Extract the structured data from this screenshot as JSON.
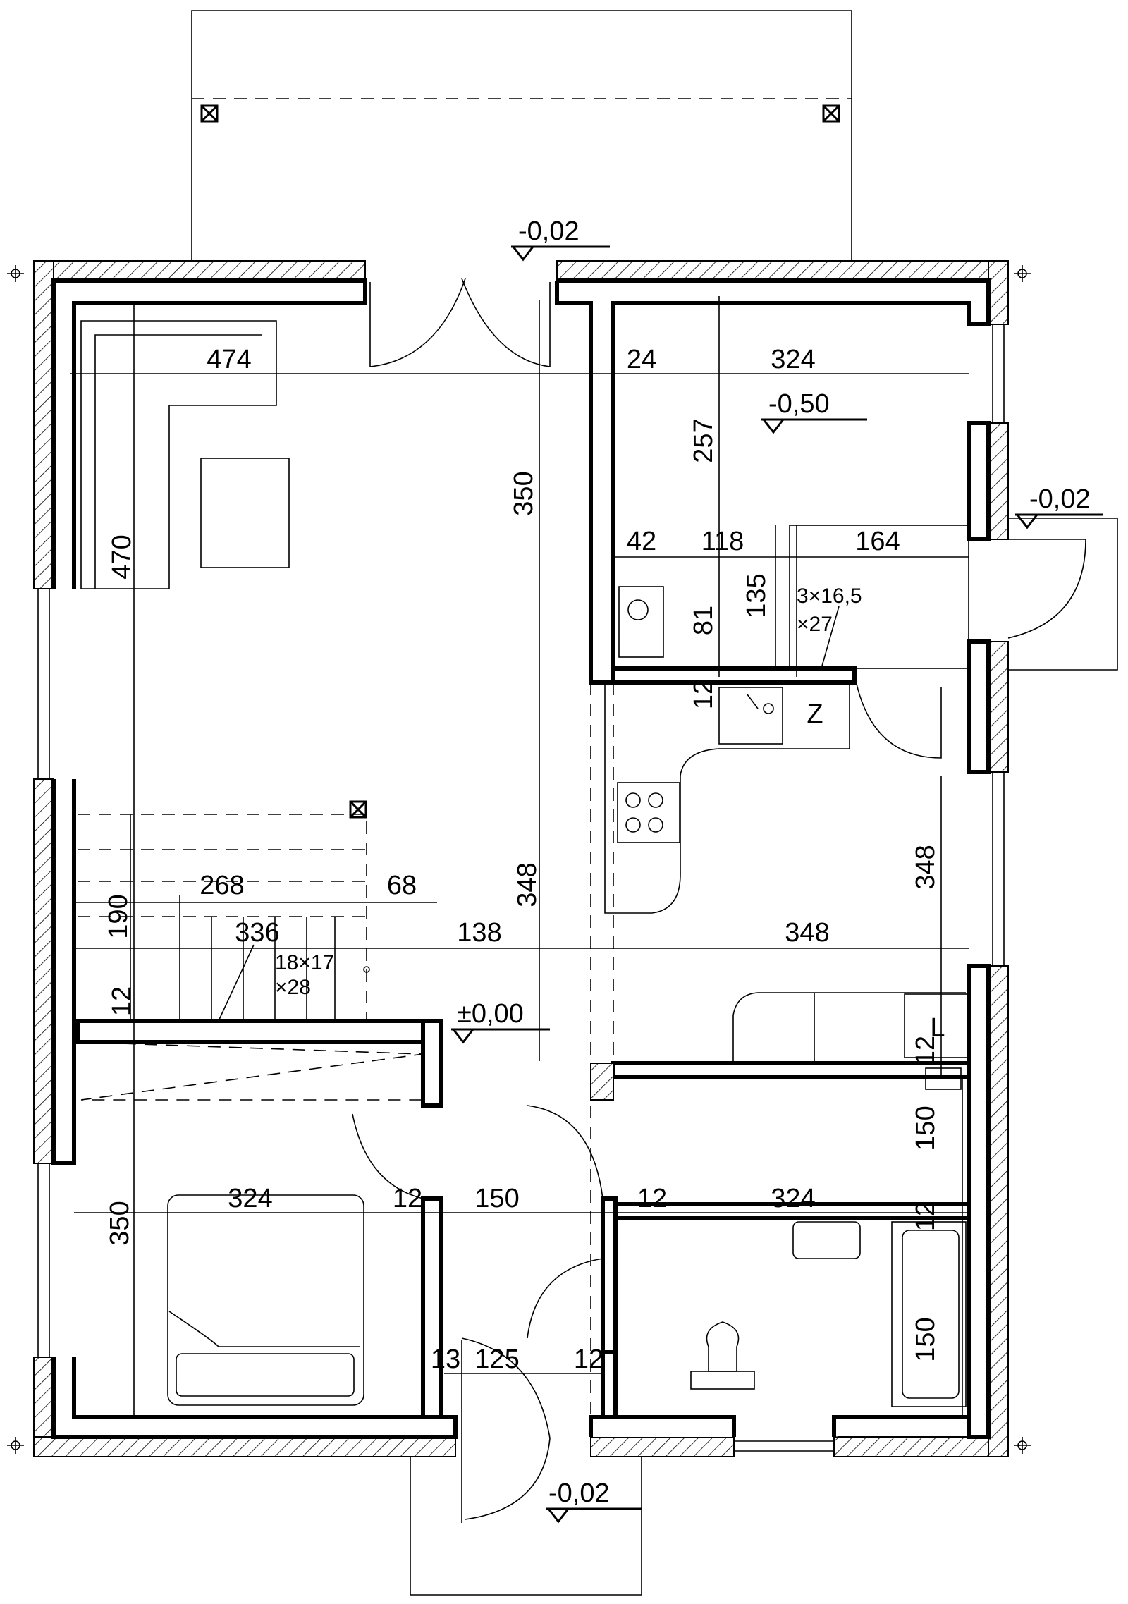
{
  "levels": {
    "top_entrance": "-0,02",
    "utility_room": "-0,50",
    "side_entrance": "-0,02",
    "ground_floor": "±0,00",
    "bottom_entrance": "-0,02"
  },
  "dimensions": {
    "living_width": "474",
    "living_depth": "470",
    "left_height_top": "350",
    "utility_wall": "24",
    "utility_width": "324",
    "utility_depth": "257",
    "kitchen_a": "42",
    "kitchen_b": "118",
    "kitchen_c": "164",
    "kitchen_d": "81",
    "kitchen_e": "135",
    "kitchen_wall": "12",
    "hall_height": "348",
    "kitchen_depth": "348",
    "stair_run": "268",
    "stair_landing": "68",
    "stair_width": "190",
    "stair_total": "336",
    "hall_width": "138",
    "kitchen_width": "348",
    "stair_wall": "12",
    "bedroom_width": "324",
    "bedroom_wall": "12",
    "corridor_width": "150",
    "bath_wall": "12",
    "bath_width": "324",
    "closet_depth": "150",
    "bath_wall_2": "12",
    "bath_depth": "150",
    "bedroom_depth": "350",
    "entry_wall": "13",
    "entry_width": "125",
    "entry_wall_2": "12",
    "closet_wall": "12"
  },
  "stairs": {
    "main_line1": "18×17",
    "main_line2": "×28",
    "utility_line1": "3×16,5",
    "utility_line2": "×27"
  },
  "appliance_labels": {
    "fridge": "Z",
    "washer": "L"
  }
}
